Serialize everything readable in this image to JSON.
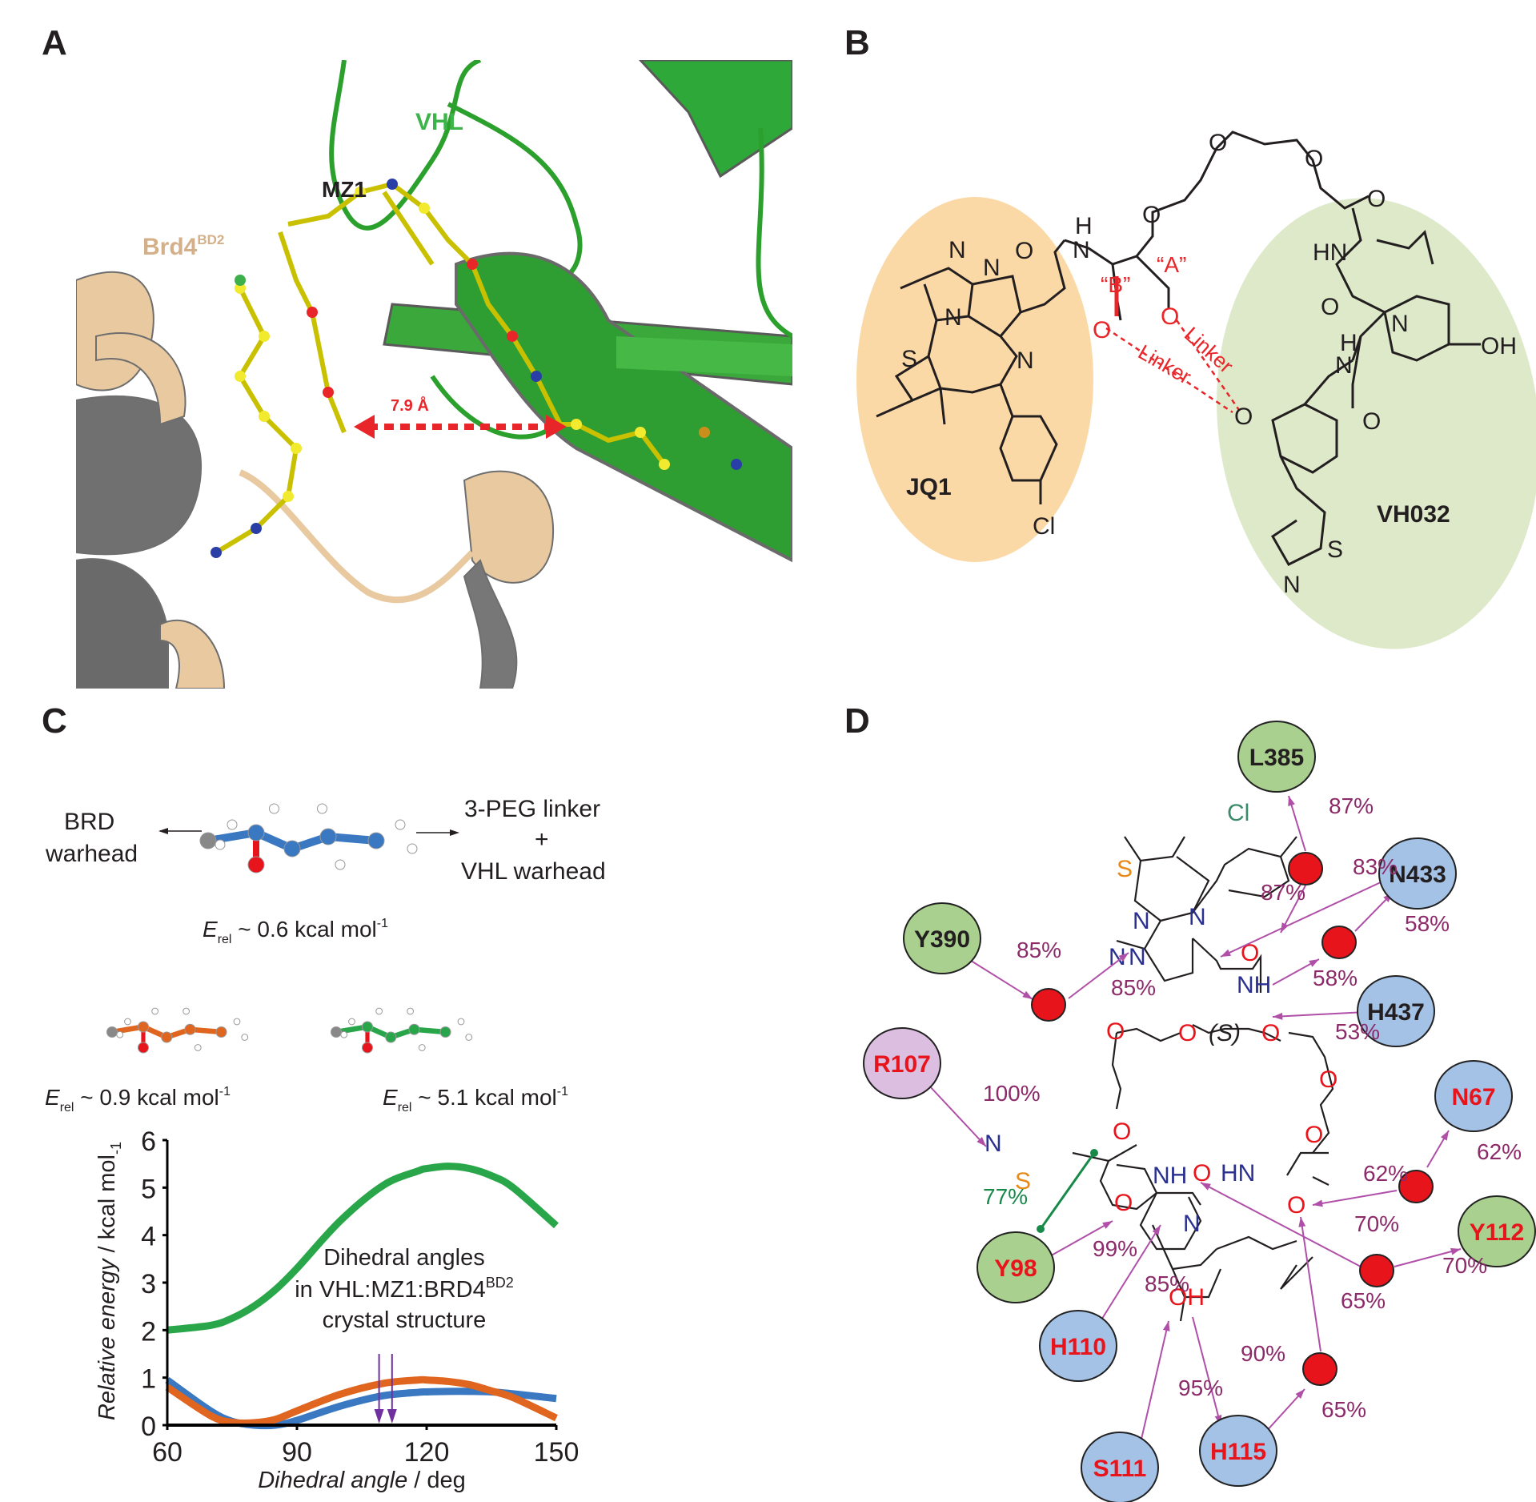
{
  "panels": {
    "a": "A",
    "b": "B",
    "c": "C",
    "d": "D"
  },
  "panel_a": {
    "vhl": "VHL",
    "mz1": "MZ1",
    "brd4": "Brd4",
    "brd4_sup": "BD2",
    "distance": "7.9 Å",
    "colors": {
      "vhl": "#2ca02c",
      "brd4": "#e8c9a0",
      "ligand": "#f2ea2e",
      "distance": "#e8262a"
    }
  },
  "panel_b": {
    "jq1": "JQ1",
    "vh032": "VH032",
    "a_label": "“A”",
    "b_label": "“B”",
    "linker1": "Linker",
    "linker2": "Linker",
    "atoms": {
      "n": "N",
      "o": "O",
      "s": "S",
      "cl": "Cl",
      "h": "H",
      "hn": "HN",
      "oh": "OH"
    },
    "colors": {
      "jq1_bg": "#fbd9a6",
      "vh032_bg": "#dde9c9",
      "linker": "#e8262a"
    }
  },
  "panel_c": {
    "left_label_1": "BRD",
    "left_label_2": "warhead",
    "right_label_1": "3-PEG linker",
    "right_label_2": "+",
    "right_label_3": "VHL warhead",
    "conformers": [
      {
        "e_prefix": "E",
        "e_sub": "rel",
        "e_text": " ~ 0.6 kcal mol",
        "e_sup": "-1",
        "color": "#3a78c2"
      },
      {
        "e_prefix": "E",
        "e_sub": "rel",
        "e_text": " ~ 0.9 kcal mol",
        "e_sup": "-1",
        "color": "#e0661f"
      },
      {
        "e_prefix": "E",
        "e_sub": "rel",
        "e_text": " ~ 5.1 kcal mol",
        "e_sup": "-1",
        "color": "#2aa64a"
      }
    ]
  },
  "chart_data": {
    "type": "line",
    "xlabel": "Dihedral angle / deg",
    "ylabel": "Relative energy / kcal mol",
    "ylabel_sup": "-1",
    "xlim": [
      60,
      150
    ],
    "ylim": [
      0,
      6
    ],
    "xticks": [
      "60",
      "90",
      "120",
      "150"
    ],
    "yticks": [
      "0",
      "1",
      "2",
      "3",
      "4",
      "5",
      "6"
    ],
    "x": [
      60,
      70,
      75,
      80,
      85,
      90,
      100,
      110,
      118,
      120,
      125,
      130,
      135,
      140,
      150
    ],
    "series": [
      {
        "name": "green conformer",
        "color": "#2aa64a",
        "values": [
          2.0,
          2.1,
          2.25,
          2.5,
          2.85,
          3.3,
          4.3,
          5.05,
          5.35,
          5.4,
          5.45,
          5.4,
          5.25,
          5.0,
          4.2
        ]
      },
      {
        "name": "blue conformer",
        "color": "#3a78c2",
        "values": [
          0.95,
          0.3,
          0.08,
          0.0,
          0.0,
          0.1,
          0.4,
          0.62,
          0.69,
          0.7,
          0.71,
          0.71,
          0.7,
          0.66,
          0.56
        ]
      },
      {
        "name": "orange conformer",
        "color": "#e0661f",
        "values": [
          0.8,
          0.2,
          0.06,
          0.05,
          0.12,
          0.3,
          0.65,
          0.88,
          0.95,
          0.95,
          0.92,
          0.85,
          0.72,
          0.58,
          0.15
        ]
      }
    ],
    "annotation": {
      "line1": "Dihedral angles",
      "line2": "in VHL:MZ1:BRD4",
      "line2_sup": "BD2",
      "line3": "crystal structure",
      "arrows_x": [
        109,
        112
      ],
      "arrow_color": "#7030a0"
    }
  },
  "panel_d": {
    "residues": [
      {
        "name": "L385",
        "type": "green",
        "text": "black"
      },
      {
        "name": "N433",
        "type": "blue",
        "text": "black"
      },
      {
        "name": "Y390",
        "type": "green",
        "text": "black"
      },
      {
        "name": "H437",
        "type": "blue",
        "text": "black"
      },
      {
        "name": "R107",
        "type": "purple",
        "text": "red"
      },
      {
        "name": "N67",
        "type": "blue",
        "text": "red"
      },
      {
        "name": "Y112",
        "type": "green",
        "text": "red"
      },
      {
        "name": "Y98",
        "type": "green",
        "text": "red"
      },
      {
        "name": "H110",
        "type": "blue",
        "text": "red"
      },
      {
        "name": "S111",
        "type": "blue",
        "text": "red"
      },
      {
        "name": "H115",
        "type": "blue",
        "text": "red"
      }
    ],
    "percentages": [
      "87%",
      "83%",
      "87%",
      "58%",
      "85%",
      "85%",
      "58%",
      "53%",
      "100%",
      "62%",
      "62%",
      "77%",
      "70%",
      "70%",
      "99%",
      "85%",
      "65%",
      "90%",
      "95%",
      "65%"
    ],
    "stereo": "(S)",
    "atoms": {
      "n": "N",
      "o": "O",
      "s": "S",
      "cl": "Cl",
      "nh": "NH",
      "hn": "HN",
      "oh": "OH"
    },
    "colors": {
      "green": "#a9d08e",
      "blue": "#a4c2e6",
      "purple": "#dcbfe0",
      "water": "#e8141c",
      "arrow": "#b04fa8",
      "pct": "#8c2a6a"
    }
  }
}
